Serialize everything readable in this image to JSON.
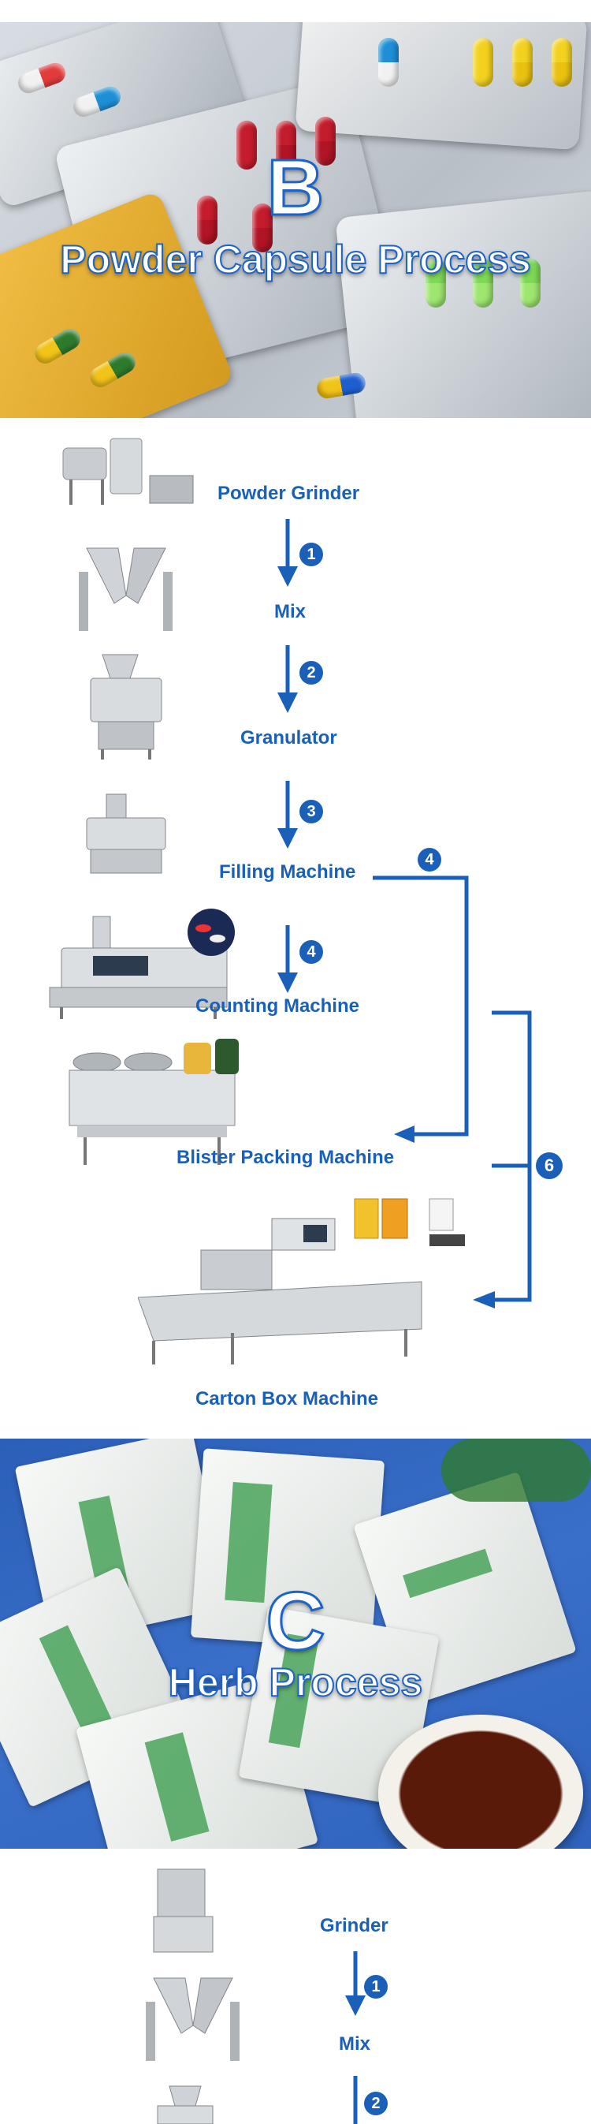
{
  "capsule_banner": {
    "letter": "B",
    "title": "Powder Capsule Process"
  },
  "herb_banner": {
    "letter": "C",
    "title": "Herb Process"
  },
  "capsule_steps": [
    {
      "label": "Powder Grinder"
    },
    {
      "label": "Mix",
      "step": "1"
    },
    {
      "label": "Granulator",
      "step": "2"
    },
    {
      "label": "Filling Machine",
      "step": "3"
    },
    {
      "label": "Counting Machine",
      "step": "4"
    },
    {
      "label": "Blister Packing Machine"
    },
    {
      "label": "Carton Box Machine"
    }
  ],
  "branch_steps": {
    "filling_to_blister": "4",
    "to_carton": "6"
  },
  "herb_steps": [
    {
      "label": "Grinder"
    },
    {
      "label": "Mix",
      "step": "1"
    },
    {
      "step": "2"
    }
  ],
  "colors": {
    "accent": "#1a5fb8"
  }
}
